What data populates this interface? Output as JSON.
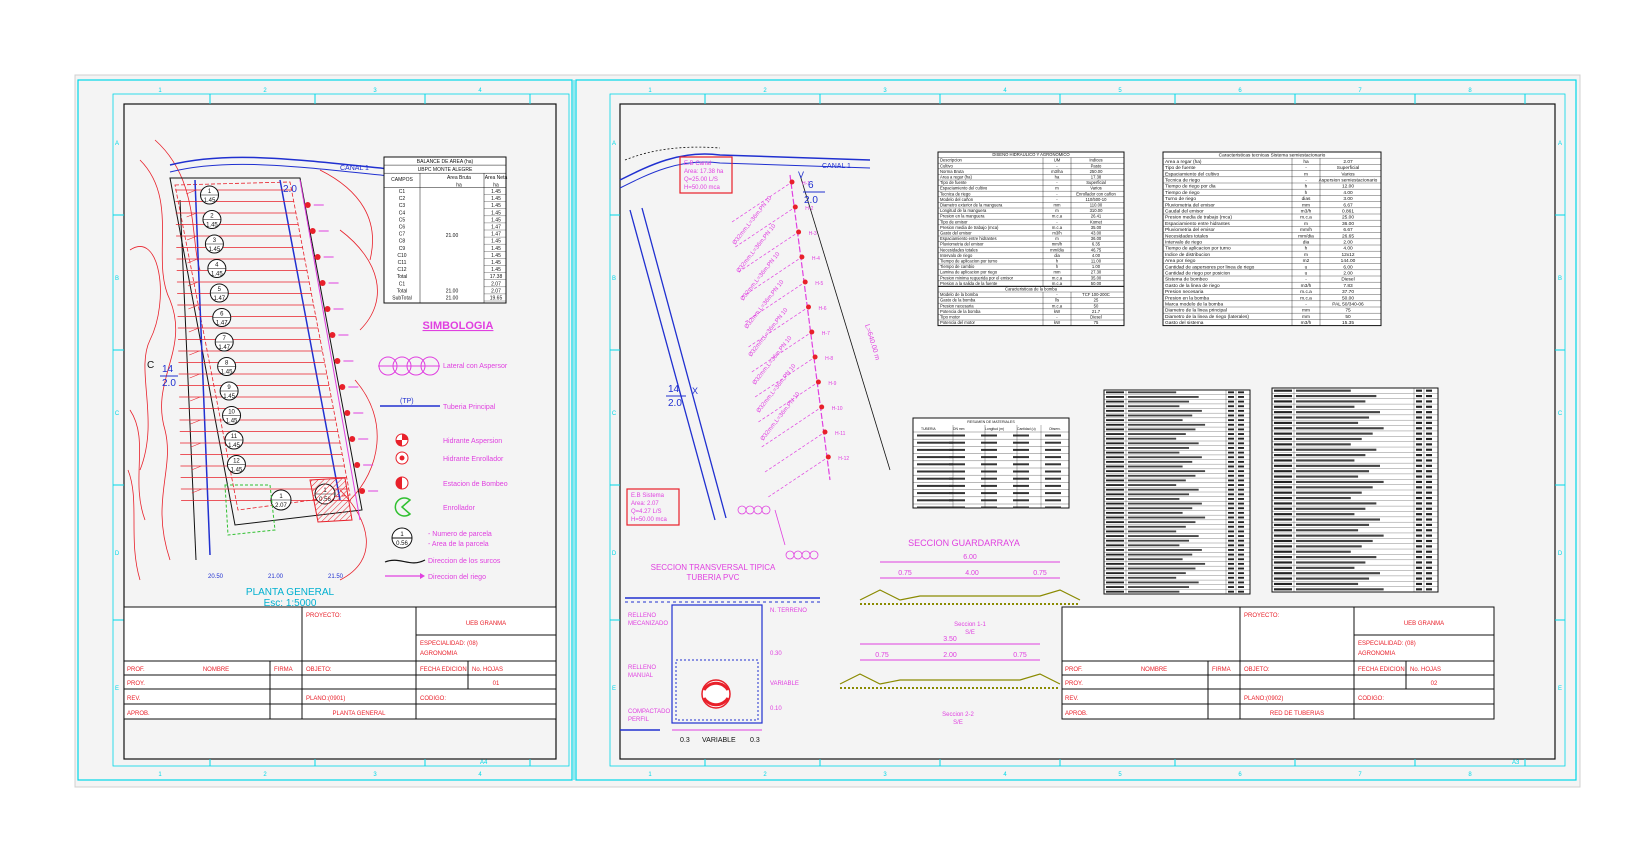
{
  "colors": {
    "paper": "#f4f4f4",
    "cyan": "#00d8e8",
    "red": "#e8202a",
    "magenta": "#e040e0",
    "blue": "#2030d0",
    "green": "#30c030",
    "black": "#111111",
    "olive": "#8a8a00"
  },
  "grid": {
    "cols": [
      "1",
      "2",
      "3",
      "4",
      "5",
      "6",
      "7",
      "8"
    ],
    "rows": [
      "A",
      "B",
      "C",
      "D",
      "E"
    ],
    "sheet1_label": "A4",
    "sheet2_label": "A3"
  },
  "sheet1": {
    "balance_title": "BALANCE DE AREA (ha)",
    "balance_subtitle": "UBPC MONTE ALEGRE",
    "balance_headers": [
      "CAMPOS",
      "Area Bruta",
      "Area Neta"
    ],
    "balance_unit": "ha",
    "balance_rows": [
      [
        "C1",
        "1.45"
      ],
      [
        "C2",
        "1.45"
      ],
      [
        "C3",
        "1.45"
      ],
      [
        "C4",
        "1.45"
      ],
      [
        "C5",
        "1.45"
      ],
      [
        "C6",
        "1.47"
      ],
      [
        "C7",
        "1.47"
      ],
      [
        "C8",
        "1.45"
      ],
      [
        "C9",
        "1.45"
      ],
      [
        "C10",
        "1.45"
      ],
      [
        "C11",
        "1.45"
      ],
      [
        "C12",
        "1.45"
      ],
      [
        "Total",
        "17.38"
      ],
      [
        "C1",
        "2.07"
      ],
      [
        "Total",
        "2.07"
      ],
      [
        "SubTotal",
        "19.65"
      ]
    ],
    "balance_gross": "21.00",
    "balance_gross_total": "21.00",
    "simbologia_title": "SIMBOLOGIA",
    "legend": [
      "Lateral con Aspersor",
      "Tuberia Principal",
      "Hidrante Aspersion",
      "Hidrante Enrollador",
      "Estacion de Bombeo",
      "Enrollador",
      "- Numero de parcela",
      "- Area de la parcela",
      "Direccion de los surcos",
      "Direccion del riego"
    ],
    "tp_label": "(TP)",
    "legend_parcel_num": "1",
    "legend_parcel_area": "0.56",
    "plan_title": "PLANTA GENERAL",
    "plan_scale": "Esc: 1:5000",
    "canal_label": "CANAL 1",
    "section_mark_c": "C",
    "section_frac_top": "14",
    "section_frac_bot": "2.0",
    "section_frac2_bot": "2.0",
    "coord_labels": [
      "20.50",
      "21.00",
      "21.50"
    ],
    "parcels": [
      [
        "1",
        "1.45"
      ],
      [
        "2",
        "1.45"
      ],
      [
        "3",
        "1.45"
      ],
      [
        "4",
        "1.45"
      ],
      [
        "5",
        "1.47"
      ],
      [
        "6",
        "1.47"
      ],
      [
        "7",
        "1.47"
      ],
      [
        "8",
        "1.45"
      ],
      [
        "9",
        "1.45"
      ],
      [
        "10",
        "1.45"
      ],
      [
        "11",
        "1.45"
      ],
      [
        "12",
        "1.45"
      ]
    ],
    "parcel_extra": [
      "1",
      "2.07"
    ],
    "parcel_extra2": [
      "1",
      "0.56"
    ]
  },
  "titleblock1": {
    "proyecto": "PROYECTO:",
    "org": "UEB GRANMA",
    "especialidad": "ESPECIALIDAD: (08)",
    "especialidad2": "AGRONOMIA",
    "prof": "PROF.",
    "nombre": "NOMBRE",
    "firma": "FIRMA",
    "objeto": "OBJETO:",
    "fecha": "FECHA EDICION",
    "hojas": "No. HOJAS",
    "proy": "PROY.",
    "rev": "REV.",
    "aprob": "APROB.",
    "plano": "PLANO:(0901)",
    "plano_name": "PLANTA GENERAL",
    "codigo": "CODIGO:",
    "sheet_no": "01"
  },
  "titleblock2": {
    "proyecto": "PROYECTO:",
    "org": "UEB GRANMA",
    "especialidad": "ESPECIALIDAD: (08)",
    "especialidad2": "AGRONOMIA",
    "prof": "PROF.",
    "nombre": "NOMBRE",
    "firma": "FIRMA",
    "objeto": "OBJETO:",
    "fecha": "FECHA EDICION",
    "hojas": "No. HOJAS",
    "proy": "PROY.",
    "rev": "REV.",
    "aprob": "APROB.",
    "plano": "PLANO:(0902)",
    "plano_name": "RED DE TUBERIAS",
    "codigo": "CODIGO:",
    "sheet_no": "02"
  },
  "sheet2": {
    "canal_label": "CANAL 1",
    "eb_box_top": [
      "E.B Canal",
      "Area: 17.38 ha",
      "Q=25.00 L/S",
      "H=50.00 mca"
    ],
    "eb_box_bottom": [
      "E.B Sistema",
      "Area: 2.07",
      "Q=4.27 L/S",
      "H=50.00 mca"
    ],
    "section_frac_top": "V",
    "section_frac_num": "6",
    "section_frac_den": "2.0",
    "section2_num": "14",
    "section2_den": "2.0",
    "section2_letter": "X",
    "pipe_label": "L=640.00 m",
    "seccion_tuberia_1": "SECCION TRANSVERSAL TIPICA",
    "seccion_tuberia_2": "TUBERIA PVC",
    "seccion_guardarraya": "SECCION GUARDARRAYA",
    "dim_total": "6.00",
    "dim_a": "0.75",
    "dim_b": "4.00",
    "dim_c": "0.75",
    "dim2_total": "3.50",
    "dim2_a": "0.75",
    "dim2_b": "2.00",
    "dim2_c": "0.75",
    "secc1_label": "Seccion 1-1",
    "secc1_scale": "S/E",
    "secc2_label": "Seccion 2-2",
    "secc2_scale": "S/E",
    "relleno1": "RELLENO",
    "relleno1b": "MECANIZADO",
    "relleno2": "RELLENO",
    "relleno2b": "MANUAL",
    "variable": "VARIABLE",
    "dim_0_3a": "0.3",
    "dim_0_3b": "0.3",
    "dim_var": "VARIABLE",
    "dim_010": "0.10",
    "dim_030": "0.30",
    "compactado": "COMPACTADO",
    "compactado2": "PERFIL",
    "nivel": "N. TERRENO",
    "table_hydraulic_title": "DISEÑO HIDRAULICO Y AGRONOMICO",
    "table_hydraulic_headers": [
      "Descripcion",
      "UM",
      "Indices"
    ],
    "table_hydraulic_rows": [
      [
        "Cultivo",
        "-",
        "Pasto"
      ],
      [
        "Norma Bruta",
        "m3/ha",
        "250.00"
      ],
      [
        "Area a regar (ha)",
        "ha",
        "17.38"
      ],
      [
        "Tipo de fuente",
        "-",
        "Superficial"
      ],
      [
        "Espaciamiento del cultivo",
        "m",
        "Varios"
      ],
      [
        "Tecnica de riego",
        "-",
        "Enrollador con cañon"
      ],
      [
        "Modelo del cañon",
        "-",
        "110/500-10"
      ],
      [
        "Diametro exterior de la manguera",
        "mm",
        "110.00"
      ],
      [
        "Longitud de la manguera",
        "m",
        "310.00"
      ],
      [
        "Presion en la manguera",
        "m.c.a",
        "26.41"
      ],
      [
        "Tipo de emisor",
        "-",
        "Komet"
      ],
      [
        "Presion media de trabajo (mca)",
        "m.c.a",
        "35.00"
      ],
      [
        "Gasto del emisor",
        "m3/h",
        "43.00"
      ],
      [
        "Espaciamiento entre hidrantes",
        "m",
        "36.00"
      ],
      [
        "Pluviometria del emisor",
        "mm/h",
        "6.35"
      ],
      [
        "Necesidades totales",
        "mm/dia",
        "46.75"
      ],
      [
        "Intervalo de riego",
        "dia",
        "4.00"
      ],
      [
        "Tiempo de aplicacion por turno",
        "h",
        "11.00"
      ],
      [
        "Tiempo de cambio",
        "h",
        "1.00"
      ],
      [
        "Lamina de aplicacion por riego",
        "mm",
        "27.30"
      ],
      [
        "Presion minima requerida por el emisor",
        "m.c.a",
        "35.00"
      ],
      [
        "Presion a la salida de la fuente",
        "m.c.a",
        "50.00"
      ]
    ],
    "table_pump_title": "Caracteristicas de la bomba",
    "table_pump_rows": [
      [
        "Modelo de la bomba",
        "-",
        "TCF 100-200C"
      ],
      [
        "Gasto de la bomba",
        "l/s",
        "25"
      ],
      [
        "Presion necesaria",
        "m.c.a",
        "50"
      ],
      [
        "Potencia de la bomba",
        "kW",
        "21.7"
      ],
      [
        "Tipo motor",
        "-",
        "Diesel"
      ],
      [
        "Potencia del motor",
        "kW",
        "75"
      ]
    ],
    "table_tech_title": "Caracteristicas tecnicas Sistema semiestacionario",
    "table_tech_rows": [
      [
        "Area a regar (ha)",
        "ha",
        "2.07"
      ],
      [
        "Tipo de fuente",
        "-",
        "Superficial"
      ],
      [
        "Espaciamiento del cultivo",
        "m",
        "Varios"
      ],
      [
        "Tecnica de riego",
        "-",
        "Aspersion semiestacionario"
      ],
      [
        "Tiempo de riego por dia",
        "h",
        "12.00"
      ],
      [
        "Tiempo de riego",
        "h",
        "4.00"
      ],
      [
        "Turno de riego",
        "dias",
        "3.00"
      ],
      [
        "Pluviometria del emisor",
        "mm",
        "6.67"
      ],
      [
        "Caudal del emisor",
        "m3/h",
        "0.861"
      ],
      [
        "Presion media de trabajo (mca)",
        "m.c.a",
        "25.00"
      ],
      [
        "Espaciamiento entre hidrantes",
        "m",
        "36.00"
      ],
      [
        "Pluviometria del emisor",
        "mm/h",
        "6.67"
      ],
      [
        "Necesidades totales",
        "mm/dia",
        "26.65"
      ],
      [
        "Intervalo de riego",
        "dia",
        "2.00"
      ],
      [
        "Tiempo de aplicacion por turno",
        "h",
        "4.00"
      ],
      [
        "Indice de distribucion",
        "m",
        "12x12"
      ],
      [
        "Area por riego",
        "m2",
        "144.00"
      ],
      [
        "Cantidad de aspersores por linea de riego",
        "u",
        "6.00"
      ],
      [
        "Cantidad de riego por posicion",
        "u",
        "2.00"
      ],
      [
        "Sistema de bombeo",
        "-",
        "Diesel"
      ],
      [
        "Gasto de la linea de riego",
        "m3/h",
        "7.83"
      ],
      [
        "Presion necesaria",
        "m.c.a",
        "37.70"
      ],
      [
        "Presion en la bomba",
        "m.c.a",
        "50.00"
      ],
      [
        "Marca modelo de la bomba",
        "-",
        "PAL 50/340-06"
      ],
      [
        "Diametro de la linea principal",
        "mm",
        "75"
      ],
      [
        "Diametro de la linea de riego (laterales)",
        "mm",
        "50"
      ],
      [
        "Gasto del sistema",
        "m3/h",
        "15.35"
      ]
    ],
    "table_small_title": "RESUMEN DE MATERIALES",
    "table_small_headers": [
      "TUBERIA",
      "DN mm",
      "Longitud (m)",
      "Cantidad (u)",
      "Observ."
    ],
    "lateral_labels": [
      "Ø32mm,L=36m,PN 10",
      "Ø32mm,L=36m,PN 10",
      "Ø32mm,L=36m,PN 10",
      "Ø32mm,L=36m,PN 10",
      "Ø32mm,L=36m,PN 10",
      "Ø32mm,L=36m,PN 10",
      "Ø32mm,L=36m,PN 10",
      "Ø32mm,L=36m,PN 10"
    ],
    "hydrant_labels": [
      "H-1",
      "H-2",
      "H-3",
      "H-4",
      "H-5",
      "H-6",
      "H-7",
      "H-8",
      "H-9",
      "H-10",
      "H-11",
      "H-12"
    ]
  }
}
